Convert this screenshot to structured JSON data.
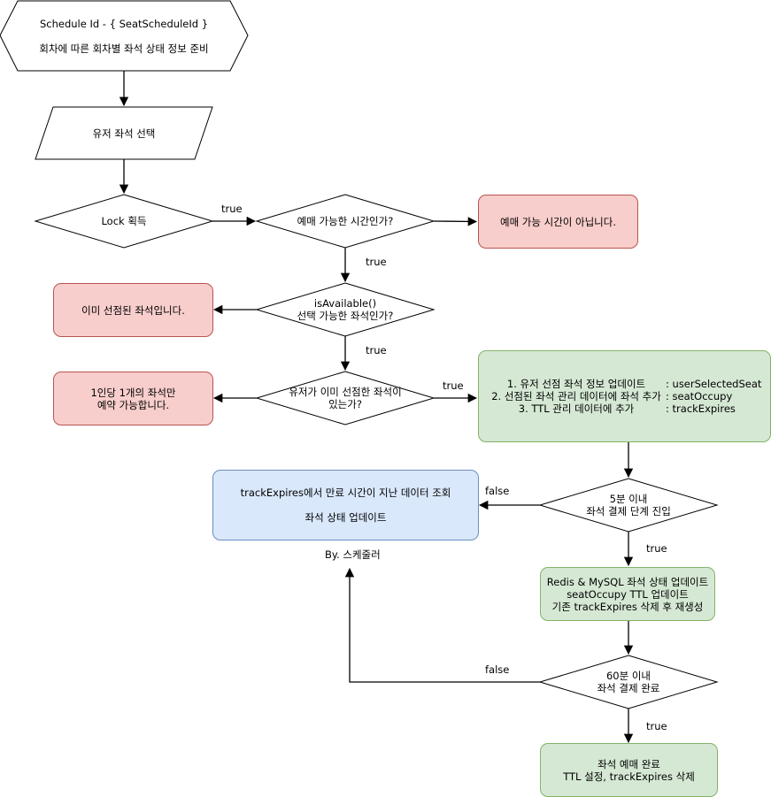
{
  "nodes": {
    "start": {
      "line1": "Schedule Id - { SeatScheduleId }",
      "line2": "회차에 따른 회차별 좌석 상태 정보 준비"
    },
    "select_seat": "유저 좌석 선택",
    "lock": "Lock 획득",
    "reservable_time": "예매 가능한 시간인가?",
    "not_reservable": "예매 가능 시간이 아닙니다.",
    "is_available": {
      "line1": "isAvailable()",
      "line2": "선택 가능한 좌석인가?"
    },
    "already_selected": "이미 선점된 좌석입니다.",
    "user_has_seat": {
      "line1": "유저가 이미 선점한 좌석이",
      "line2": "있는가?"
    },
    "one_per_person": {
      "line1": "1인당 1개의 좌석만",
      "line2": "예약 가능합니다."
    },
    "update_steps": [
      {
        "step": "1. 유저 선점 좌석 정보 업데이트",
        "target": ": userSelectedSeat"
      },
      {
        "step": "2. 선점된 좌석 관리 데이터에 좌석 추가",
        "target": ": seatOccupy"
      },
      {
        "step": "3. TTL 관리 데이터에 추가",
        "target": ": trackExpires"
      }
    ],
    "within_5min": {
      "line1": "5분 이내",
      "line2": "좌석 결제 단계 진입"
    },
    "scheduler": {
      "line1": "trackExpires에서 만료 시간이 지난 데이터 조회",
      "line2": "좌석 상태 업데이트"
    },
    "scheduler_caption": "By. 스케줄러",
    "redis_update": {
      "line1": "Redis & MySQL 좌석 상태 업데이트",
      "line2": "seatOccupy TTL 업데이트",
      "line3": "기존 trackExpires 삭제 후 재생성"
    },
    "within_60min": {
      "line1": "60분 이내",
      "line2": "좌석 결제 완료"
    },
    "complete": {
      "line1": "좌석 예매 완료",
      "line2": "TTL 설정, trackExpires 삭제"
    }
  },
  "edge_labels": {
    "lock_to_time": "true",
    "time_to_available": "true",
    "available_to_user": "true",
    "user_to_update": "true",
    "five_min_false": "false",
    "five_min_true": "true",
    "sixty_min_false": "false",
    "sixty_min_true": "true"
  },
  "colors": {
    "error_fill": "#f8cecc",
    "error_stroke": "#b85450",
    "success_fill": "#d5e8d4",
    "success_stroke": "#82b366",
    "info_fill": "#dae8fc",
    "info_stroke": "#6c8ebf"
  }
}
